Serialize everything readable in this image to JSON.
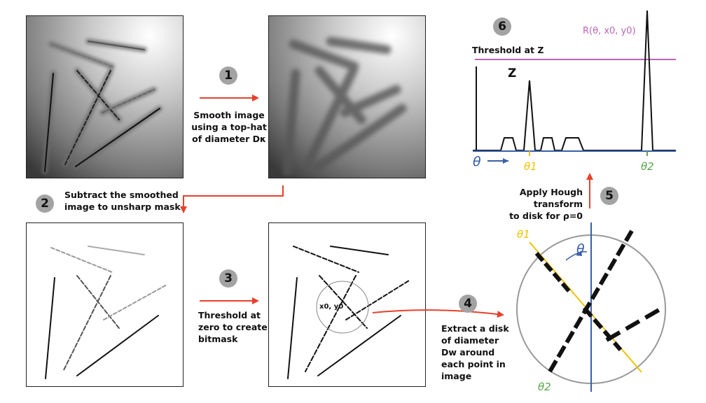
{
  "steps": [
    {
      "number": "1",
      "text": [
        "Smooth image",
        "using a top-hat",
        "of diameter Dκ"
      ]
    },
    {
      "number": "2",
      "text": [
        "Subtract the smoothed",
        "image to unsharp mask"
      ]
    },
    {
      "number": "3",
      "text": [
        "Threshold at",
        "zero to create",
        "bitmask"
      ]
    },
    {
      "number": "4",
      "text": [
        "Extract a disk",
        "of diameter",
        "Dw around",
        "each point in",
        "image"
      ]
    },
    {
      "number": "5",
      "text": [
        "Apply Hough transform",
        "to disk for ρ=0"
      ]
    },
    {
      "number": "6",
      "text": [
        "Threshold at Z"
      ]
    }
  ],
  "disk_point_label": "x0, y0",
  "disk_labels": {
    "theta": "θ",
    "theta1": "θ1",
    "theta2": "θ2"
  },
  "plot": {
    "threshold_label": "Z",
    "peak_function_label": "R(θ, x0, y0)",
    "x_axis_label": "θ",
    "theta1_label": "θ1",
    "theta2_label": "θ2"
  },
  "colors": {
    "arrow_red": "#e8402a",
    "badge_gray": "#a3a3a3",
    "axis_blue": "#3a5fa8",
    "line_yellow": "#f2c200",
    "label_green": "#5aa64a",
    "threshold_purple": "#b865b5"
  }
}
